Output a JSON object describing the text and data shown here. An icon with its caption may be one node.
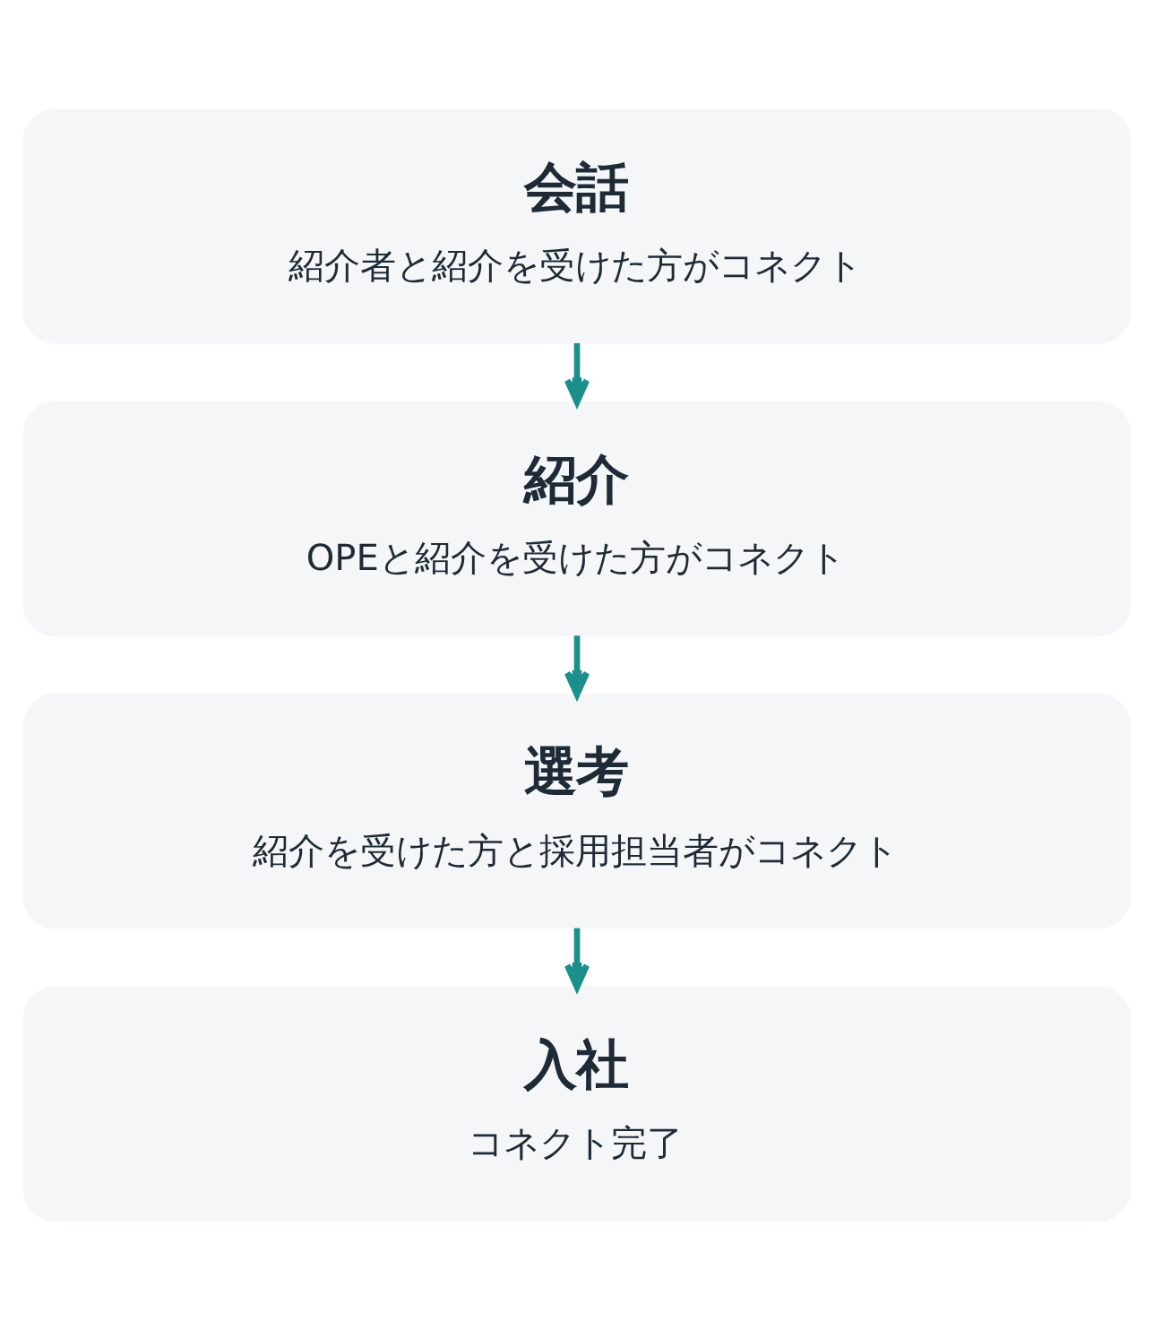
{
  "diagram": {
    "nodes": [
      {
        "text": [
          "会話",
          "紹介者と紹介を受けた方がコネクト"
        ]
      },
      {
        "text": [
          "紹介",
          "OPEと紹介を受けた方がコネクト"
        ]
      },
      {
        "text": [
          "選考",
          "紹介を受けた方と採用担当者がコネクト"
        ]
      },
      {
        "text": [
          "入社",
          "コネクト完了"
        ]
      }
    ],
    "edges": [
      {
        "from": 0,
        "to": 1,
        "arrow": "to"
      },
      {
        "from": 1,
        "to": 2,
        "arrow": "to"
      },
      {
        "from": 2,
        "to": 3,
        "arrow": "to"
      }
    ]
  }
}
